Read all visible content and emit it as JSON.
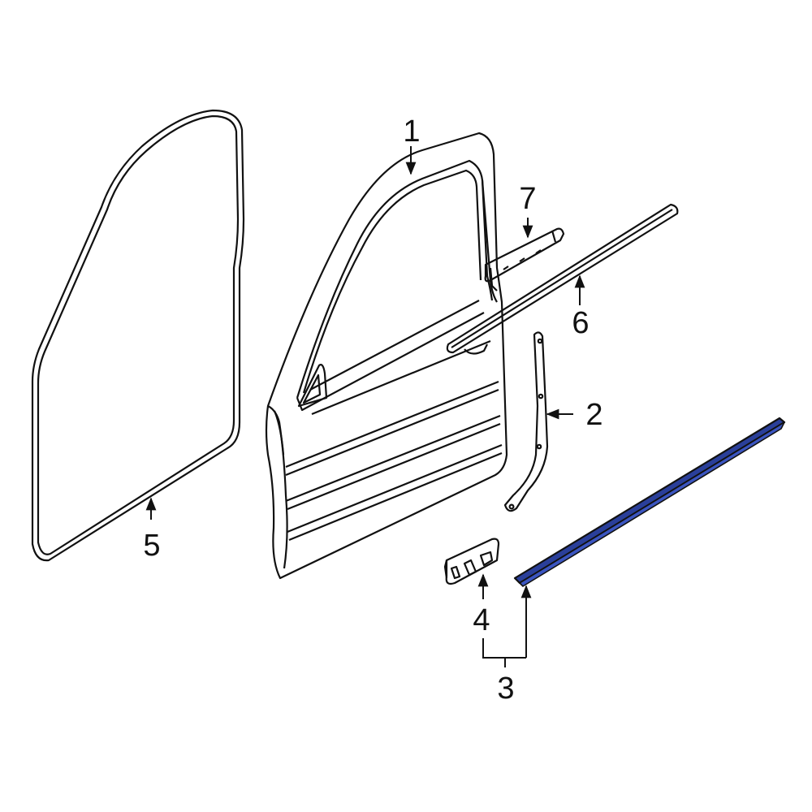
{
  "colors": {
    "line": "#111111",
    "highlight": "#2a3f9a",
    "background": "#ffffff"
  },
  "callouts": {
    "c1": "1",
    "c2": "2",
    "c3": "3",
    "c4": "4",
    "c5": "5",
    "c6": "6",
    "c7": "7"
  }
}
